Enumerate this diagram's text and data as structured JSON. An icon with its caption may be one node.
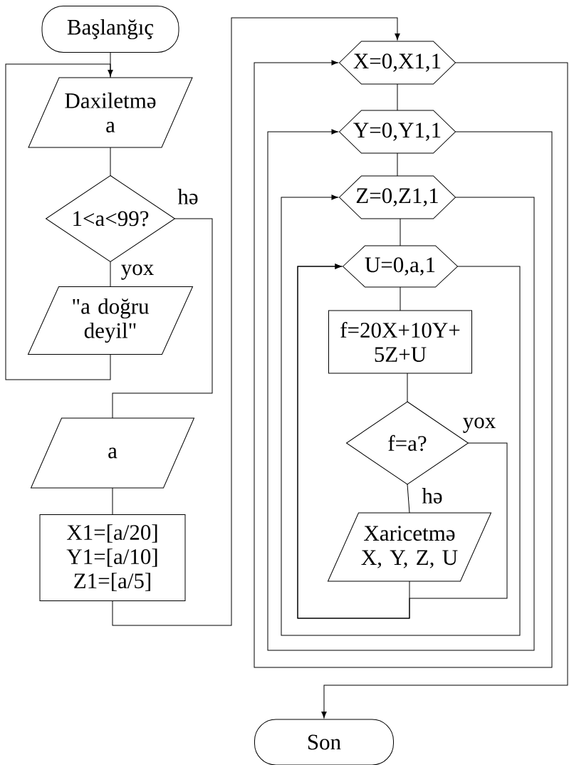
{
  "diagram": {
    "nodes": [
      {
        "text": [
          "Başlanğıç"
        ]
      },
      {
        "text": [
          "Daxiletmə a"
        ]
      },
      {
        "text": [
          "1<a<99?"
        ]
      },
      {
        "text": [
          "\"a doğru deyil\""
        ]
      },
      {
        "text": [
          "a"
        ]
      },
      {
        "text": [
          "X1=[a/20] Y1=[a/10] Z1=[a/5]"
        ]
      },
      {
        "text": [
          "X=0,X1,1"
        ]
      },
      {
        "text": [
          "Y=0,Y1,1"
        ]
      },
      {
        "text": [
          "Z=0,Z1,1"
        ]
      },
      {
        "text": [
          "U=0,a,1"
        ]
      },
      {
        "text": [
          "f=20X+10Y+ 5Z+U"
        ]
      },
      {
        "text": [
          "f=a?"
        ]
      },
      {
        "text": [
          "Xaricetmə X, Y, Z, U"
        ]
      },
      {
        "text": [
          "Son"
        ]
      }
    ],
    "edges": [
      {
        "from": 0,
        "to": 1,
        "arrow": "none"
      },
      {
        "from": 1,
        "to": 2,
        "arrow": "none"
      },
      {
        "from": 2,
        "to": 3,
        "arrow": "none",
        "label": "yox"
      },
      {
        "from": 3,
        "to": 1,
        "arrow": "to"
      },
      {
        "from": 2,
        "to": 4,
        "arrow": "none",
        "label": "hə"
      },
      {
        "from": 4,
        "to": 5,
        "arrow": "none"
      },
      {
        "from": 5,
        "to": 6,
        "arrow": "to"
      },
      {
        "from": 6,
        "to": 7,
        "arrow": "none"
      },
      {
        "from": 7,
        "to": 8,
        "arrow": "none"
      },
      {
        "from": 8,
        "to": 9,
        "arrow": "none"
      },
      {
        "from": 9,
        "to": 10,
        "arrow": "none"
      },
      {
        "from": 10,
        "to": 11,
        "arrow": "none"
      },
      {
        "from": 11,
        "to": 12,
        "arrow": "none",
        "label": "hə"
      },
      {
        "from": 11,
        "to": 9,
        "arrow": "to",
        "label": "yox"
      },
      {
        "from": 12,
        "to": 9,
        "arrow": "to"
      },
      {
        "from": 9,
        "to": 8,
        "arrow": "to"
      },
      {
        "from": 8,
        "to": 7,
        "arrow": "to"
      },
      {
        "from": 7,
        "to": 6,
        "arrow": "to"
      },
      {
        "from": 6,
        "to": 13,
        "arrow": "to"
      }
    ]
  }
}
